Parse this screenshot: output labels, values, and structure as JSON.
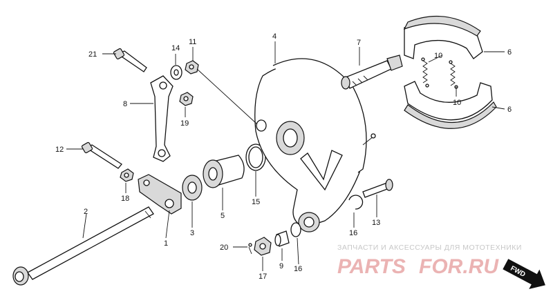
{
  "callouts": {
    "c1": "1",
    "c2": "2",
    "c3": "3",
    "c4": "4",
    "c5": "5",
    "c6a": "6",
    "c6b": "6",
    "c7": "7",
    "c8": "8",
    "c9": "9",
    "c10a": "10",
    "c10b": "10",
    "c11": "11",
    "c12": "12",
    "c13": "13",
    "c14": "14",
    "c15": "15",
    "c16a": "16",
    "c16b": "16",
    "c17": "17",
    "c18": "18",
    "c19": "19",
    "c20": "20",
    "c21": "21"
  },
  "watermark": {
    "caption": "ЗАПЧАСТИ И АКСЕССУАРЫ ДЛЯ МОТОТЕХНИКИ",
    "logo_part1": "PARTS",
    "logo_part2": "FOR.RU"
  },
  "direction_marker": {
    "label": "FWD"
  },
  "colors": {
    "ink": "#111111",
    "watermark_logo": "#e8a6a6",
    "watermark_caption": "#c7c7c7",
    "background": "#ffffff"
  }
}
